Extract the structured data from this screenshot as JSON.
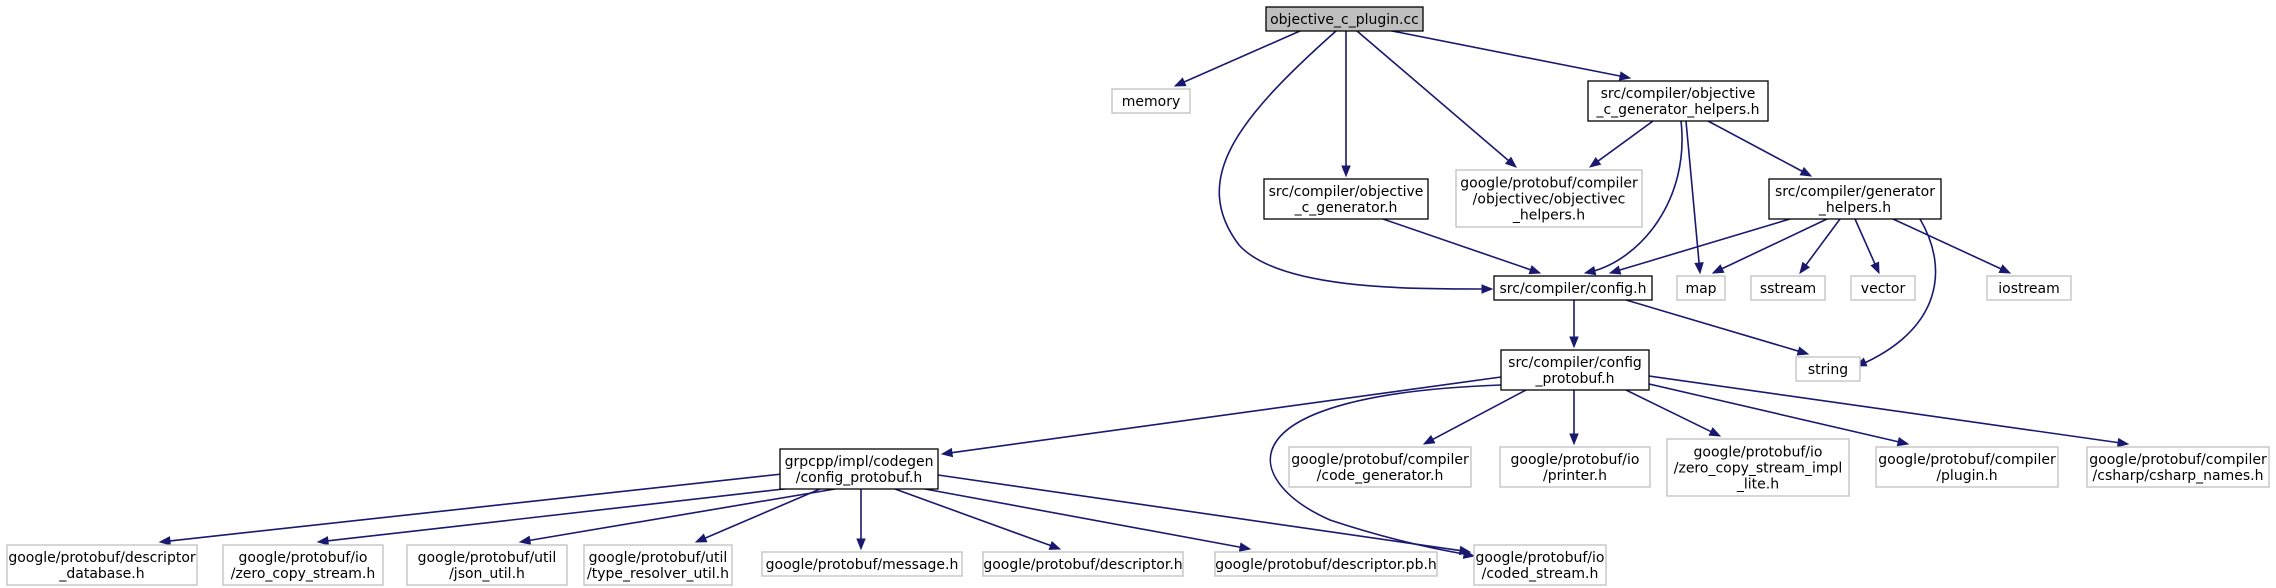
{
  "diagram": {
    "type": "include-dependency-graph",
    "nodes": [
      {
        "id": "root",
        "label": [
          "objective_c_plugin.cc"
        ],
        "style": "root"
      },
      {
        "id": "memory",
        "label": [
          "memory"
        ],
        "style": "light"
      },
      {
        "id": "objc_gen",
        "label": [
          "src/compiler/objective",
          "_c_generator.h"
        ],
        "style": "dark"
      },
      {
        "id": "objc_helpers_pb",
        "label": [
          "google/protobuf/compiler",
          "/objectivec/objectivec",
          "_helpers.h"
        ],
        "style": "light"
      },
      {
        "id": "objc_gen_helpers",
        "label": [
          "src/compiler/objective",
          "_c_generator_helpers.h"
        ],
        "style": "dark"
      },
      {
        "id": "gen_helpers",
        "label": [
          "src/compiler/generator",
          "_helpers.h"
        ],
        "style": "dark"
      },
      {
        "id": "config",
        "label": [
          "src/compiler/config.h"
        ],
        "style": "dark"
      },
      {
        "id": "map",
        "label": [
          "map"
        ],
        "style": "light"
      },
      {
        "id": "sstream",
        "label": [
          "sstream"
        ],
        "style": "light"
      },
      {
        "id": "vector",
        "label": [
          "vector"
        ],
        "style": "light"
      },
      {
        "id": "iostream",
        "label": [
          "iostream"
        ],
        "style": "light"
      },
      {
        "id": "config_pb",
        "label": [
          "src/compiler/config",
          "_protobuf.h"
        ],
        "style": "dark"
      },
      {
        "id": "string",
        "label": [
          "string"
        ],
        "style": "light"
      },
      {
        "id": "grpc_config_pb",
        "label": [
          "grpcpp/impl/codegen",
          "/config_protobuf.h"
        ],
        "style": "dark"
      },
      {
        "id": "code_gen",
        "label": [
          "google/protobuf/compiler",
          "/code_generator.h"
        ],
        "style": "light"
      },
      {
        "id": "printer",
        "label": [
          "google/protobuf/io",
          "/printer.h"
        ],
        "style": "light"
      },
      {
        "id": "zcs_impl_lite",
        "label": [
          "google/protobuf/io",
          "/zero_copy_stream_impl",
          "_lite.h"
        ],
        "style": "light"
      },
      {
        "id": "plugin",
        "label": [
          "google/protobuf/compiler",
          "/plugin.h"
        ],
        "style": "light"
      },
      {
        "id": "csharp_names",
        "label": [
          "google/protobuf/compiler",
          "/csharp/csharp_names.h"
        ],
        "style": "light"
      },
      {
        "id": "desc_db",
        "label": [
          "google/protobuf/descriptor",
          "_database.h"
        ],
        "style": "light"
      },
      {
        "id": "zcs",
        "label": [
          "google/protobuf/io",
          "/zero_copy_stream.h"
        ],
        "style": "light"
      },
      {
        "id": "json_util",
        "label": [
          "google/protobuf/util",
          "/json_util.h"
        ],
        "style": "light"
      },
      {
        "id": "type_resolver",
        "label": [
          "google/protobuf/util",
          "/type_resolver_util.h"
        ],
        "style": "light"
      },
      {
        "id": "message",
        "label": [
          "google/protobuf/message.h"
        ],
        "style": "light"
      },
      {
        "id": "descriptor",
        "label": [
          "google/protobuf/descriptor.h"
        ],
        "style": "light"
      },
      {
        "id": "descriptor_pb",
        "label": [
          "google/protobuf/descriptor.pb.h"
        ],
        "style": "light"
      },
      {
        "id": "coded_stream",
        "label": [
          "google/protobuf/io",
          "/coded_stream.h"
        ],
        "style": "light"
      }
    ],
    "edges": [
      {
        "from": "root",
        "to": "memory"
      },
      {
        "from": "root",
        "to": "objc_gen"
      },
      {
        "from": "root",
        "to": "objc_helpers_pb"
      },
      {
        "from": "root",
        "to": "objc_gen_helpers"
      },
      {
        "from": "root",
        "to": "config"
      },
      {
        "from": "objc_gen",
        "to": "config"
      },
      {
        "from": "objc_gen_helpers",
        "to": "objc_helpers_pb"
      },
      {
        "from": "objc_gen_helpers",
        "to": "config"
      },
      {
        "from": "objc_gen_helpers",
        "to": "map"
      },
      {
        "from": "objc_gen_helpers",
        "to": "gen_helpers"
      },
      {
        "from": "gen_helpers",
        "to": "config"
      },
      {
        "from": "gen_helpers",
        "to": "map"
      },
      {
        "from": "gen_helpers",
        "to": "sstream"
      },
      {
        "from": "gen_helpers",
        "to": "vector"
      },
      {
        "from": "gen_helpers",
        "to": "iostream"
      },
      {
        "from": "gen_helpers",
        "to": "string"
      },
      {
        "from": "config",
        "to": "config_pb"
      },
      {
        "from": "config",
        "to": "string"
      },
      {
        "from": "config_pb",
        "to": "grpc_config_pb"
      },
      {
        "from": "config_pb",
        "to": "code_gen"
      },
      {
        "from": "config_pb",
        "to": "printer"
      },
      {
        "from": "config_pb",
        "to": "zcs_impl_lite"
      },
      {
        "from": "config_pb",
        "to": "plugin"
      },
      {
        "from": "config_pb",
        "to": "csharp_names"
      },
      {
        "from": "config_pb",
        "to": "coded_stream"
      },
      {
        "from": "grpc_config_pb",
        "to": "desc_db"
      },
      {
        "from": "grpc_config_pb",
        "to": "zcs"
      },
      {
        "from": "grpc_config_pb",
        "to": "json_util"
      },
      {
        "from": "grpc_config_pb",
        "to": "type_resolver"
      },
      {
        "from": "grpc_config_pb",
        "to": "message"
      },
      {
        "from": "grpc_config_pb",
        "to": "descriptor"
      },
      {
        "from": "grpc_config_pb",
        "to": "descriptor_pb"
      },
      {
        "from": "grpc_config_pb",
        "to": "coded_stream"
      }
    ],
    "colors": {
      "edge": "#191970",
      "root_fill": "#bfbfbf",
      "dark_border": "#000000",
      "light_border": "#bfbfbf",
      "background": "#ffffff"
    }
  }
}
